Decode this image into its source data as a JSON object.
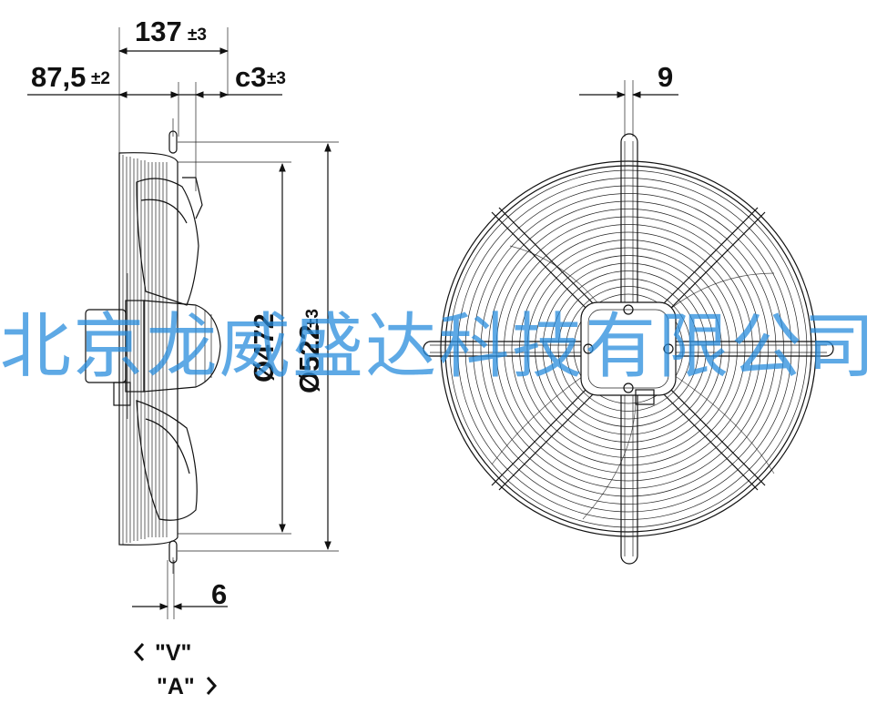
{
  "dimensions": {
    "overall_depth": {
      "value": "137",
      "tol": "±3"
    },
    "front_depth": {
      "value": "87,5",
      "tol": "±2"
    },
    "c3": {
      "value": "c3",
      "tol": "±3"
    },
    "blade_diameter": "Ø472",
    "guard_diameter": {
      "value": "Ø522",
      "tol": "±3"
    },
    "foot_width_top": "9",
    "foot_width_bottom": "6"
  },
  "flow_markers": {
    "v": "\"V\"",
    "a": "\"A\""
  },
  "watermark": [
    "北",
    "京",
    "龙",
    "威",
    "盛",
    "达",
    "科",
    "技",
    "有",
    "限",
    "公",
    "司"
  ],
  "colors": {
    "line": "#111111",
    "watermark": "#2b8fdc"
  }
}
